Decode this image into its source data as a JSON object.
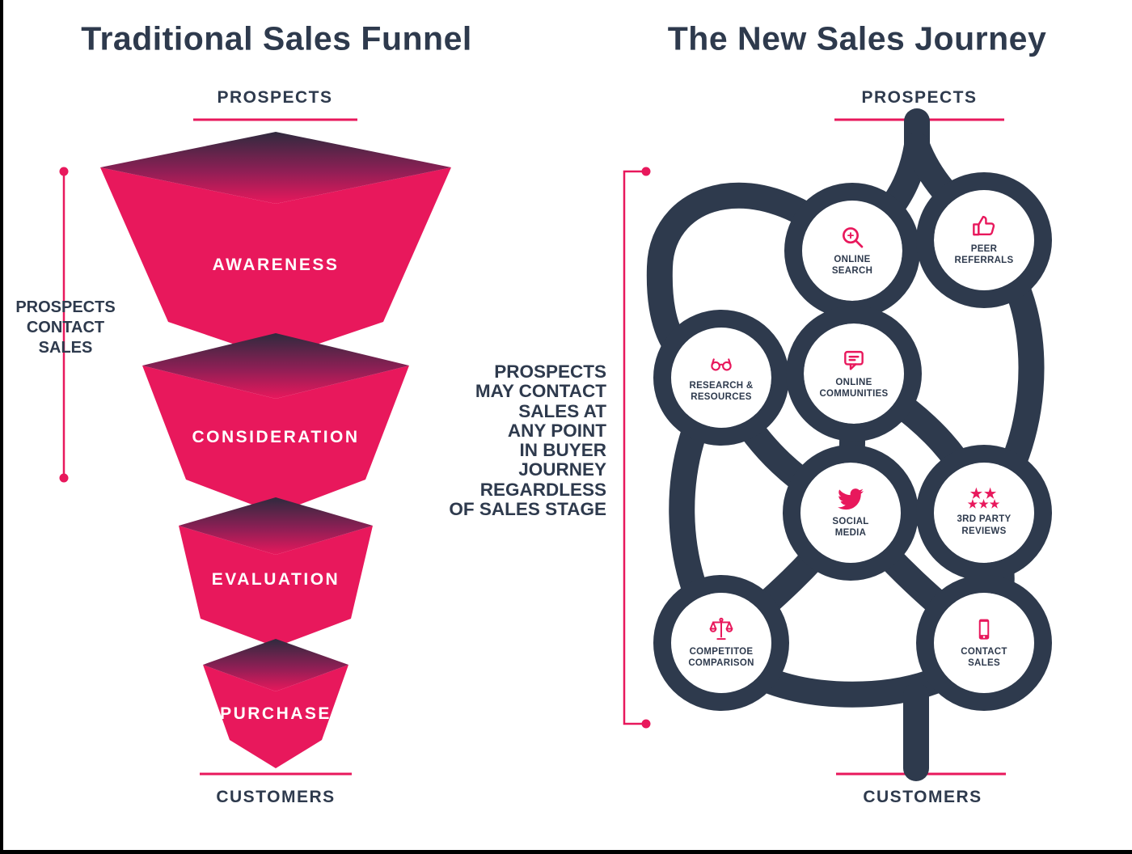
{
  "colors": {
    "pink": "#E8185C",
    "navy": "#2E3A4D"
  },
  "left_panel": {
    "title": "Traditional Sales Funnel",
    "top_label": "PROSPECTS",
    "bottom_label": "CUSTOMERS",
    "bracket_label": "PROSPECTS\nCONTACT\nSALES",
    "stages": [
      {
        "label": "AWARENESS"
      },
      {
        "label": "CONSIDERATION"
      },
      {
        "label": "EVALUATION"
      },
      {
        "label": "PURCHASE"
      }
    ]
  },
  "right_panel": {
    "title": "The New Sales Journey",
    "top_label": "PROSPECTS",
    "bottom_label": "CUSTOMERS",
    "note": "PROSPECTS\nMAY CONTACT\nSALES AT\nANY POINT\nIN BUYER\nJOURNEY\nREGARDLESS\nOF SALES STAGE",
    "nodes": [
      {
        "label": "ONLINE\nSEARCH",
        "icon": "magnifier-icon"
      },
      {
        "label": "PEER\nREFERRALS",
        "icon": "thumbs-up-icon"
      },
      {
        "label": "RESEARCH &\nRESOURCES",
        "icon": "glasses-icon"
      },
      {
        "label": "ONLINE\nCOMMUNITIES",
        "icon": "chat-bubble-icon"
      },
      {
        "label": "SOCIAL\nMEDIA",
        "icon": "twitter-bird-icon"
      },
      {
        "label": "3RD PARTY\nREVIEWS",
        "icon": "rating-stars-icon",
        "glyphs": {
          "top": "★★",
          "bottom": "★★★"
        }
      },
      {
        "label": "COMPETITOE\nCOMPARISON",
        "icon": "balance-scales-icon"
      },
      {
        "label": "CONTACT\nSALES",
        "icon": "smartphone-icon"
      }
    ]
  }
}
